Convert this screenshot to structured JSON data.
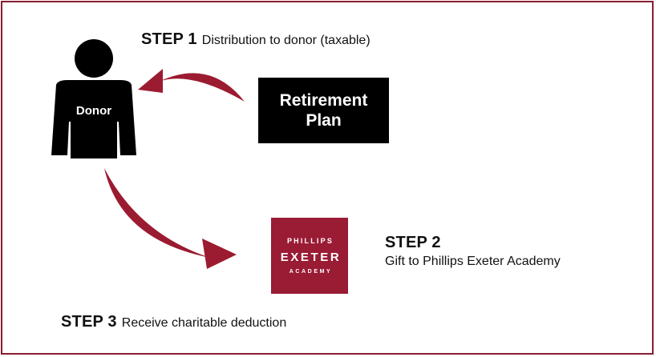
{
  "step1": {
    "label": "STEP 1",
    "text": "Distribution to donor (taxable)"
  },
  "step2": {
    "label": "STEP 2",
    "text": "Gift to Phillips Exeter Academy"
  },
  "step3": {
    "label": "STEP 3",
    "text": "Receive charitable deduction"
  },
  "donor": {
    "label": "Donor"
  },
  "retirement_plan": {
    "label": "Retirement\nPlan"
  },
  "logo": {
    "line1": "PHILLIPS",
    "line2": "EXETER",
    "line3": "ACADEMY"
  },
  "colors": {
    "frame": "#8a1d32",
    "arrow": "#9b1b30",
    "logo_background": "#9a1b34",
    "box": "#000000"
  },
  "icons": {
    "donor": "person-silhouette-icon",
    "arrow_to_donor": "curved-arrow-icon",
    "arrow_to_academy": "curved-arrow-icon"
  }
}
